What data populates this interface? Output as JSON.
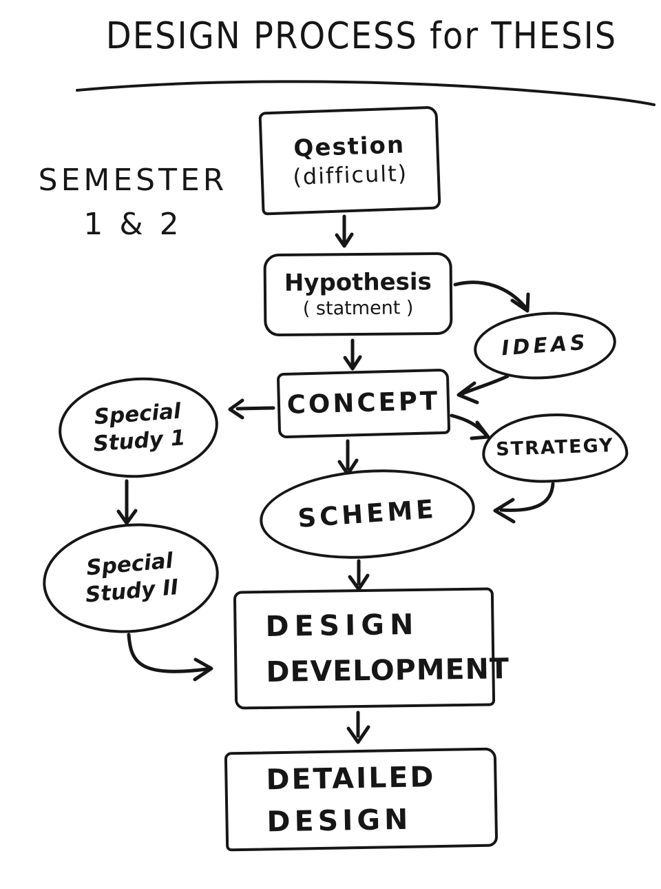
{
  "title": "DESIGN PROCESS for THESIS",
  "side_label": {
    "line1": "SEMESTER",
    "line2": "1 & 2"
  },
  "nodes": {
    "question": {
      "label": "Qestion",
      "sublabel": "(difficult)",
      "shape": "rectangle"
    },
    "hypothesis": {
      "label": "Hypothesis",
      "sublabel": "( statment )",
      "shape": "rounded-rectangle"
    },
    "ideas": {
      "label": "IDEAS",
      "shape": "ellipse"
    },
    "concept": {
      "label": "CONCEPT",
      "shape": "rectangle"
    },
    "strategy": {
      "label": "STRATEGY",
      "shape": "ellipse"
    },
    "special_study_1": {
      "line1": "Special",
      "line2": "Study 1",
      "shape": "ellipse"
    },
    "special_study_2": {
      "line1": "Special",
      "line2": "Study II",
      "shape": "ellipse"
    },
    "scheme": {
      "label": "SCHEME",
      "shape": "ellipse"
    },
    "design_development": {
      "line1": "DESIGN",
      "line2": "DEVELOPMENT",
      "shape": "rectangle"
    },
    "detailed_design": {
      "line1": "DETAILED",
      "line2": "DESIGN",
      "shape": "rectangle"
    }
  },
  "edges": [
    {
      "from": "question",
      "to": "hypothesis"
    },
    {
      "from": "hypothesis",
      "to": "ideas"
    },
    {
      "from": "ideas",
      "to": "concept"
    },
    {
      "from": "hypothesis",
      "to": "concept"
    },
    {
      "from": "concept",
      "to": "special_study_1"
    },
    {
      "from": "concept",
      "to": "strategy"
    },
    {
      "from": "concept",
      "to": "scheme"
    },
    {
      "from": "strategy",
      "to": "scheme"
    },
    {
      "from": "special_study_1",
      "to": "special_study_2"
    },
    {
      "from": "special_study_2",
      "to": "design_development"
    },
    {
      "from": "scheme",
      "to": "design_development"
    },
    {
      "from": "design_development",
      "to": "detailed_design"
    }
  ],
  "colors": {
    "ink": "#161616",
    "background": "#ffffff"
  }
}
